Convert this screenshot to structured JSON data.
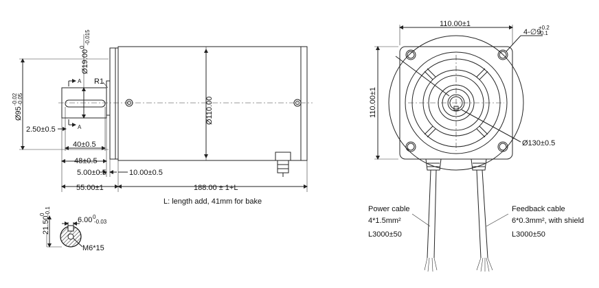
{
  "side_view": {
    "shaft_diameter": "Ø19.00",
    "shaft_tol_upper": "0",
    "shaft_tol_lower": "-0.015",
    "flange_pilot": "Ø95",
    "flange_pilot_tol_upper": "-0.02",
    "flange_pilot_tol_lower": "-0.05",
    "radius_label": "R1",
    "section_label_top": "A",
    "section_label_bottom": "A",
    "body_diameter": "Ø110.00",
    "key_offset": "2.50±0.5",
    "key_length": "40±0.5",
    "shaft_length": "48±0.5",
    "pilot_length": "5.00±0.5",
    "flange_thickness": "10.00±0.5",
    "front_length": "55.00±1",
    "body_length": "188.00 ± 1+L",
    "length_note": "L:  length add, 41mm for bake"
  },
  "section_view": {
    "key_depth": "21.50",
    "key_depth_tol_upper": "0",
    "key_depth_tol_lower": "-0.1",
    "key_width": "6.00",
    "key_width_tol_upper": "0",
    "key_width_tol_lower": "-0.03",
    "thread_label": "M6*15"
  },
  "front_view": {
    "flange_width": "110.00±1",
    "flange_height": "110.00±1",
    "hole_label": "4-∅9",
    "hole_tol_upper": "+0.2",
    "hole_tol_lower": "-0.1",
    "bolt_circle": "Ø130±0.5"
  },
  "cables": {
    "power": {
      "title": "Power cable",
      "spec": "4*1.5mm²",
      "length": "L3000±50"
    },
    "feedback": {
      "title": "Feedback cable",
      "spec": "6*0.3mm², with shield",
      "length": "L3000±50"
    }
  }
}
